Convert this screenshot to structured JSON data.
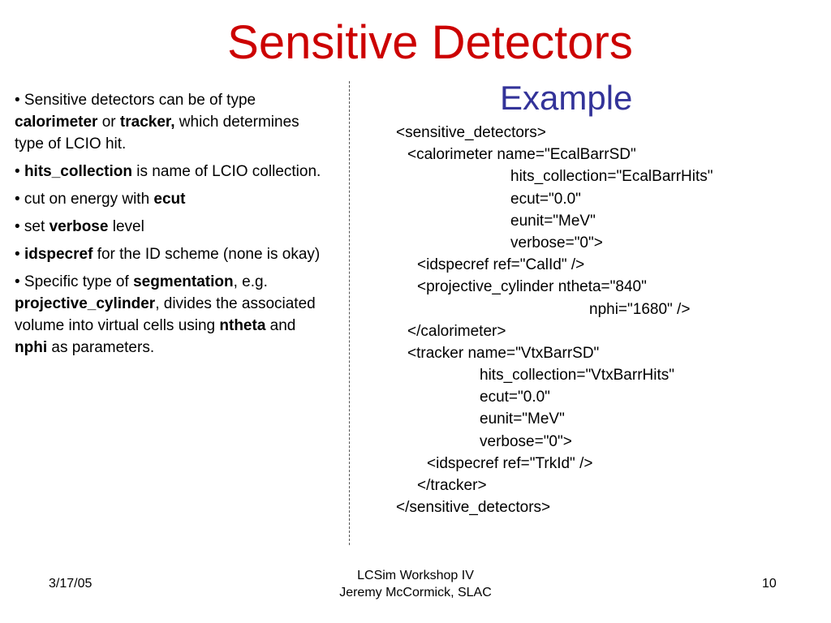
{
  "slide": {
    "title": "Sensitive Detectors",
    "subtitle": "Example"
  },
  "bullets": [
    [
      {
        "t": "• Sensitive  detectors can be of type "
      },
      {
        "t": "calorimeter",
        "b": true
      },
      {
        "t": " or "
      },
      {
        "t": "tracker,",
        "b": true
      },
      {
        "t": " which determines type of LCIO hit."
      }
    ],
    [
      {
        "t": "• "
      },
      {
        "t": "hits_collection",
        "b": true
      },
      {
        "t": " is name of LCIO collection."
      }
    ],
    [
      {
        "t": "• cut on energy with "
      },
      {
        "t": "ecut",
        "b": true
      }
    ],
    [
      {
        "t": "• set "
      },
      {
        "t": "verbose",
        "b": true
      },
      {
        "t": " level"
      }
    ],
    [
      {
        "t": "• "
      },
      {
        "t": "idspecref",
        "b": true
      },
      {
        "t": " for the ID scheme (none is okay)"
      }
    ],
    [
      {
        "t": "• Specific type of "
      },
      {
        "t": "segmentation",
        "b": true
      },
      {
        "t": ", e.g. "
      },
      {
        "t": "projective_cylinder",
        "b": true
      },
      {
        "t": ", divides the associated volume into virtual cells using "
      },
      {
        "t": "ntheta",
        "b": true
      },
      {
        "t": " and "
      },
      {
        "t": "nphi",
        "b": true
      },
      {
        "t": " as parameters."
      }
    ]
  ],
  "code_lines": [
    {
      "text": "<sensitive_detectors>",
      "indent": 0
    },
    {
      "text": "<calorimeter name=\"EcalBarrSD\"",
      "indent": 14
    },
    {
      "text": "hits_collection=\"EcalBarrHits\"",
      "indent": 141
    },
    {
      "text": "ecut=\"0.0\"",
      "indent": 141
    },
    {
      "text": "eunit=\"MeV\"",
      "indent": 141
    },
    {
      "text": "verbose=\"0\">",
      "indent": 141
    },
    {
      "text": "<idspecref ref=\"CalId\" />",
      "indent": 26
    },
    {
      "text": "<projective_cylinder ntheta=\"840\"",
      "indent": 26
    },
    {
      "text": "nphi=\"1680\" />",
      "indent": 238
    },
    {
      "text": "</calorimeter>",
      "indent": 14
    },
    {
      "text": "<tracker name=\"VtxBarrSD\"",
      "indent": 14
    },
    {
      "text": "hits_collection=\"VtxBarrHits\"",
      "indent": 103
    },
    {
      "text": "ecut=\"0.0\"",
      "indent": 103
    },
    {
      "text": "eunit=\"MeV\"",
      "indent": 103
    },
    {
      "text": "verbose=\"0\">",
      "indent": 103
    },
    {
      "text": "<idspecref ref=\"TrkId\" />",
      "indent": 38
    },
    {
      "text": "</tracker>",
      "indent": 26
    },
    {
      "text": "</sensitive_detectors>",
      "indent": 0
    }
  ],
  "footer": {
    "date": "3/17/05",
    "line1": "LCSim Workshop IV",
    "line2": "Jeremy McCormick, SLAC",
    "page": "10"
  },
  "colors": {
    "title": "#cc0000",
    "subtitle": "#333399"
  }
}
